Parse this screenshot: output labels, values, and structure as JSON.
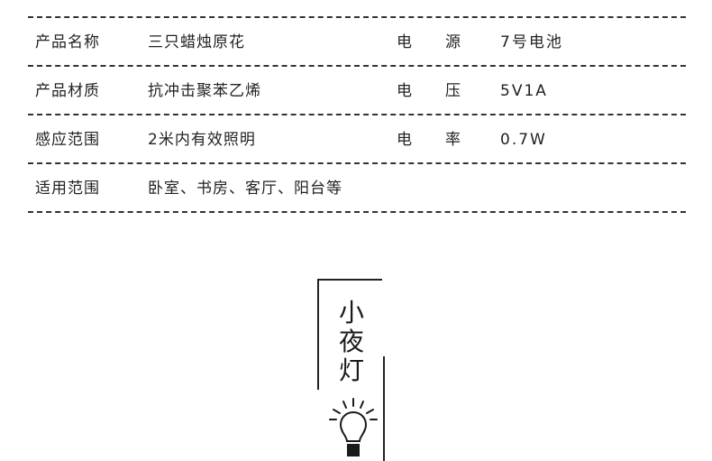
{
  "specs": [
    {
      "label": "产品名称",
      "value": "三只蜡烛原花",
      "key_a": "电",
      "key_b": "源",
      "key_value": "7号电池"
    },
    {
      "label": "产品材质",
      "value": "抗冲击聚苯乙烯",
      "key_a": "电",
      "key_b": "压",
      "key_value": "5V1A"
    },
    {
      "label": "感应范围",
      "value": "2米内有效照明",
      "key_a": "电",
      "key_b": "率",
      "key_value": "0.7W"
    },
    {
      "label": "适用范围",
      "value": "卧室、书房、客厅、阳台等",
      "key_a": "",
      "key_b": "",
      "key_value": ""
    }
  ],
  "title": {
    "text": "小夜灯",
    "icon": "light-bulb-icon"
  },
  "colors": {
    "line": "#333333",
    "text": "#222222"
  }
}
